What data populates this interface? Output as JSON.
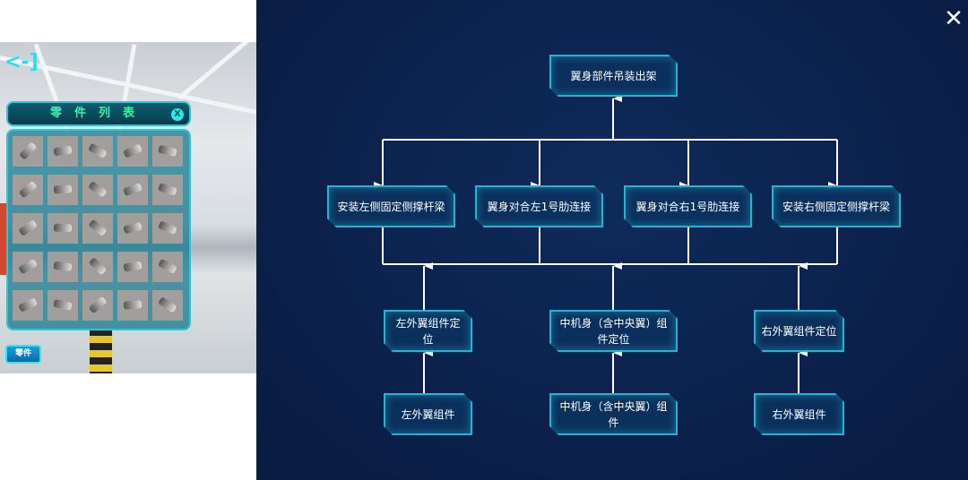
{
  "scene": {
    "back_icon": "back-arrow-icon",
    "panel_title": "零件列表",
    "panel_close": "X",
    "parts_button": "零件",
    "part_count": 25
  },
  "chart": {
    "close": "✕",
    "top": "翼身部件吊装出架",
    "row2": [
      "安装左侧固定侧撑杆梁",
      "翼身对合左1号肋连接",
      "翼身对合右1号肋连接",
      "安装右侧固定侧撑杆梁"
    ],
    "row3": [
      "左外翼组件定位",
      "中机身（含中央翼）组件定位",
      "右外翼组件定位"
    ],
    "row4": [
      "左外翼组件",
      "中机身（含中央翼）组件",
      "右外翼组件"
    ]
  },
  "colors": {
    "accent": "#1fb6d6",
    "background": "#0b214c"
  }
}
